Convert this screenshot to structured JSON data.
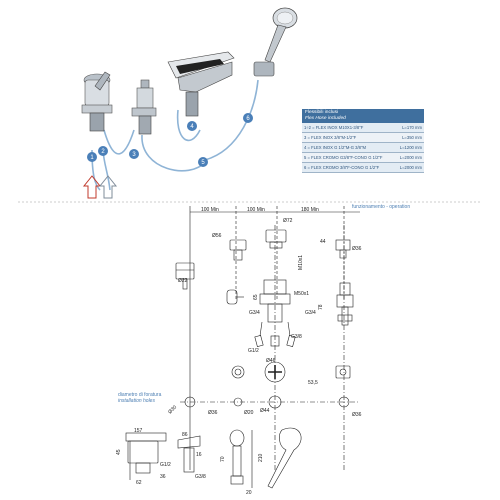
{
  "legend": {
    "title": "Flessibili inclusi",
    "subtitle": "Flex Hose included",
    "rows": [
      {
        "code": "1÷2  = FLEX INOX M10X1-3/8\"F",
        "length": "L=170 mm"
      },
      {
        "code": "3  = FLEX INOX 3/8\"M-1/2\"F",
        "length": "L=350 mm"
      },
      {
        "code": "4  = FLEX INOX G 1/2\"M-G 3/8\"M",
        "length": "L=1200 mm"
      },
      {
        "code": "5  = FLEX CROMO G3/8\"F-CONO G 1/2\"F",
        "length": "L=2000 mm"
      },
      {
        "code": "6  = FLEX CROMO 3/8\"F-CONO G 1/2\"F",
        "length": "L=2000 mm"
      }
    ]
  },
  "captions": {
    "operation": "funzionamento - operation",
    "drilling_it": "diametro di foratura",
    "drilling_en": "installation holes"
  },
  "markers": [
    "1",
    "2",
    "3",
    "4",
    "5",
    "6"
  ],
  "dims": {
    "d100a": "100 Min",
    "d100b": "100 Min",
    "d180": "180 Min",
    "d72": "Ø72",
    "d56": "Ø56",
    "d36": "Ø36",
    "d44": "44",
    "d22": "Ø22",
    "m10": "M10x1",
    "m50": "M50x1",
    "g34a": "G3/4",
    "g34b": "G3/4",
    "g12a": "G1/2",
    "g12b": "G1/2",
    "g38": "G3/8",
    "g38b": "G3/8",
    "d157": "157",
    "d86": "86",
    "d210": "210",
    "d70": "70",
    "d46": "Ø46",
    "d53": "53,5",
    "d30": "Ø30",
    "d36b": "Ø36",
    "d36c": "Ø36",
    "d20": "Ø20",
    "d44b": "Ø44",
    "d65": "65",
    "d78": "78",
    "d45": "45",
    "d20b": "20",
    "d16": "16",
    "d62": "62",
    "d36d": "36"
  },
  "colors": {
    "hose": "#8fb4d6",
    "marker": "#4a7fb8",
    "arrow_hot": "#c0392b",
    "arrow_cold": "#7f8c9a",
    "table_header": "#3f6f9e",
    "drawing": "#222222"
  }
}
